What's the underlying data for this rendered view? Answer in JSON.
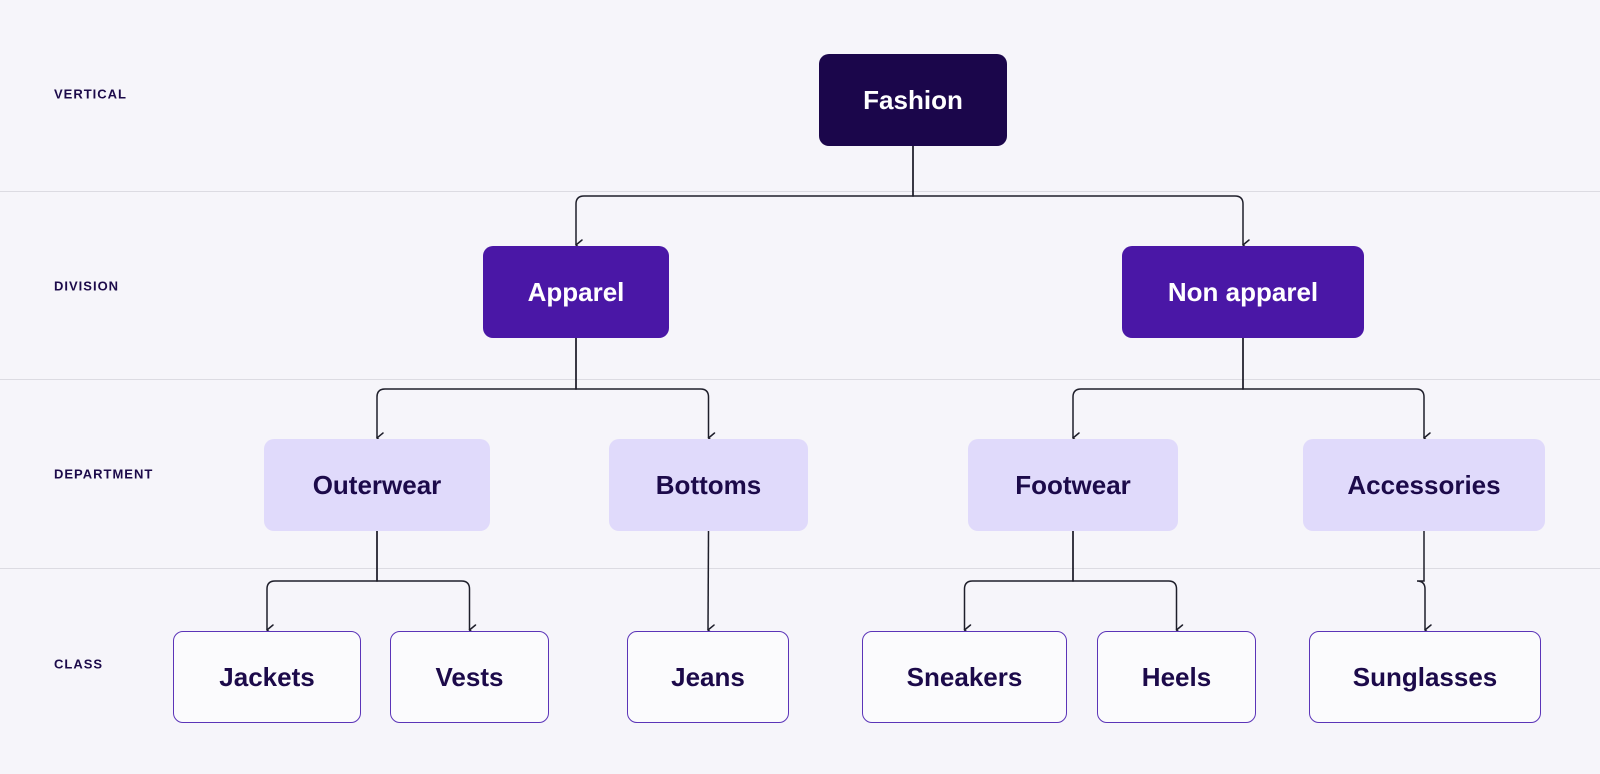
{
  "levels": {
    "vertical": "VERTICAL",
    "division": "DIVISION",
    "department": "DEPARTMENT",
    "class": "CLASS"
  },
  "nodes": {
    "fashion": "Fashion",
    "apparel": "Apparel",
    "non_apparel": "Non apparel",
    "outerwear": "Outerwear",
    "bottoms": "Bottoms",
    "footwear": "Footwear",
    "accessories": "Accessories",
    "jackets": "Jackets",
    "vests": "Vests",
    "jeans": "Jeans",
    "sneakers": "Sneakers",
    "heels": "Heels",
    "sunglasses": "Sunglasses"
  },
  "tree": {
    "fashion": [
      "apparel",
      "non_apparel"
    ],
    "apparel": [
      "outerwear",
      "bottoms"
    ],
    "non_apparel": [
      "footwear",
      "accessories"
    ],
    "outerwear": [
      "jackets",
      "vests"
    ],
    "bottoms": [
      "jeans"
    ],
    "footwear": [
      "sneakers",
      "heels"
    ],
    "accessories": [
      "sunglasses"
    ]
  },
  "colors": {
    "background": "#f6f5fa",
    "vertical_fill": "#1b064b",
    "division_fill": "#4a17a6",
    "department_fill": "#e0dafb",
    "class_border": "#5b34b8",
    "text_dark": "#1c0a4a",
    "connector": "#1e1e2a"
  }
}
